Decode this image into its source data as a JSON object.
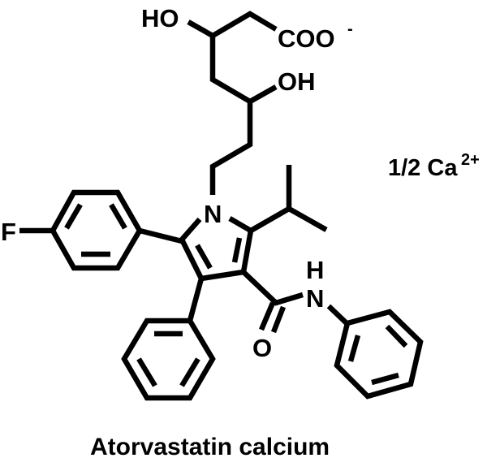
{
  "diagram": {
    "type": "chemical-structure",
    "compound_name": "Atorvastatin calcium",
    "counter_ion": {
      "text": "1/2 Ca",
      "charge": "2+"
    },
    "atoms": {
      "top_hydroxyl": "HO",
      "carboxylate": "COO",
      "carboxylate_charge": "-",
      "side_hydroxyl": "OH",
      "pyrrole_nitrogen": "N",
      "fluorine": "F",
      "amide_hydrogen": "H",
      "amide_nitrogen": "N",
      "carbonyl_oxygen": "O"
    },
    "groups": [
      "3,5-dihydroxyheptanoate chain",
      "pyrrole ring",
      "4-fluorophenyl",
      "phenyl",
      "isopropyl",
      "N-phenylcarboxamide"
    ],
    "colors": {
      "stroke": "#000000",
      "background": "#ffffff"
    }
  }
}
